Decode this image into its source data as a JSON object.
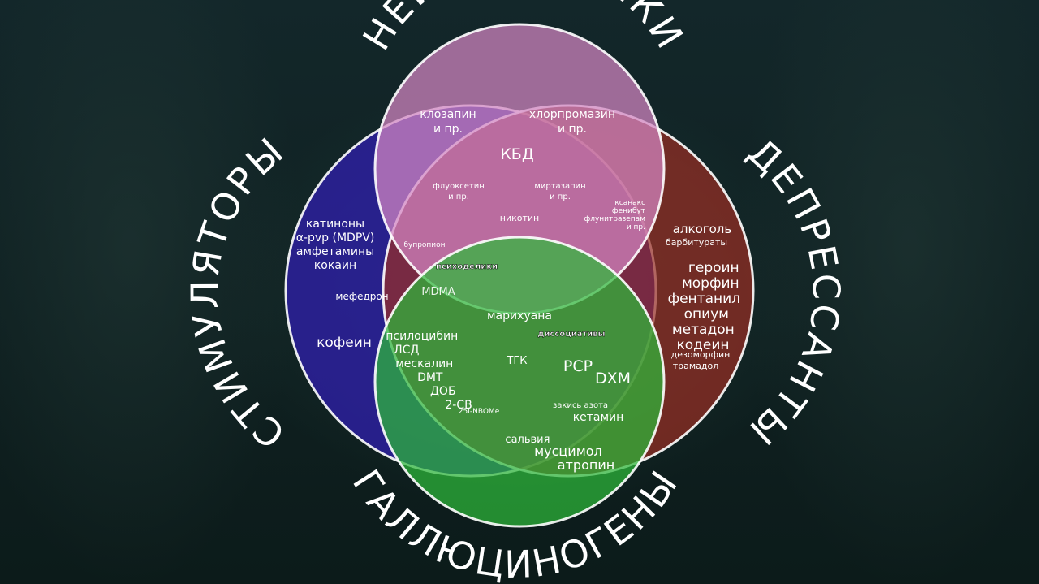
{
  "sets": {
    "neuroleptics": {
      "title": "НЕЙРОЛЕПТИКИ",
      "color": "#d486c4"
    },
    "stimulants": {
      "title": "СТИМУЛЯТОРЫ",
      "color": "#2e1fa8"
    },
    "depressants": {
      "title": "ДЕПРЕССАНТЫ",
      "color": "#9a2e24"
    },
    "hallucinogens": {
      "title": "ГАЛЛЮЦИНОГЕНЫ",
      "color": "#2eb83a"
    }
  },
  "labels": {
    "clozapine": [
      "клозапин",
      "и пр."
    ],
    "chlorpromazine": [
      "хлорпромазин",
      "и пр."
    ],
    "cbd": "КБД",
    "fluoxetine": [
      "флуоксетин",
      "и пр."
    ],
    "mirtazapine": [
      "миртазапин",
      "и пр."
    ],
    "nicotine": "никотин",
    "xanax": [
      "ксанакс",
      "фенибут",
      "флунитразепам",
      "и пр."
    ],
    "bupropion": "бупропион",
    "stim_list": [
      "катиноны",
      "α-pvp (MDPV)",
      "амфетамины",
      "кокаин"
    ],
    "mephedrone": "мефедрон",
    "caffeine": "кофеин",
    "psychedelics": "психоделики",
    "mdma": "MDMA",
    "marijuana": "марихуана",
    "dissociatives": "диссоциативы",
    "thc": "ТГК",
    "psy_list": [
      "псилоцибин",
      "ЛСД",
      "мескалин",
      "DMT",
      "ДОБ",
      "2-CB"
    ],
    "nbome": "25I-NBOMe",
    "pcp": "PCP",
    "dxm": "DXM",
    "nitrous": "закись азота",
    "ketamine": "кетамин",
    "alcohol": "алкоголь",
    "barbiturates": "барбитураты",
    "opioids": [
      "героин",
      "морфин",
      "фентанил",
      "опиум",
      "метадон",
      "кодеин"
    ],
    "desomorphine": "дезоморфин",
    "tramadol": "трамадол",
    "hall_list": [
      "сальвия",
      "мусцимол",
      "атропин"
    ]
  }
}
